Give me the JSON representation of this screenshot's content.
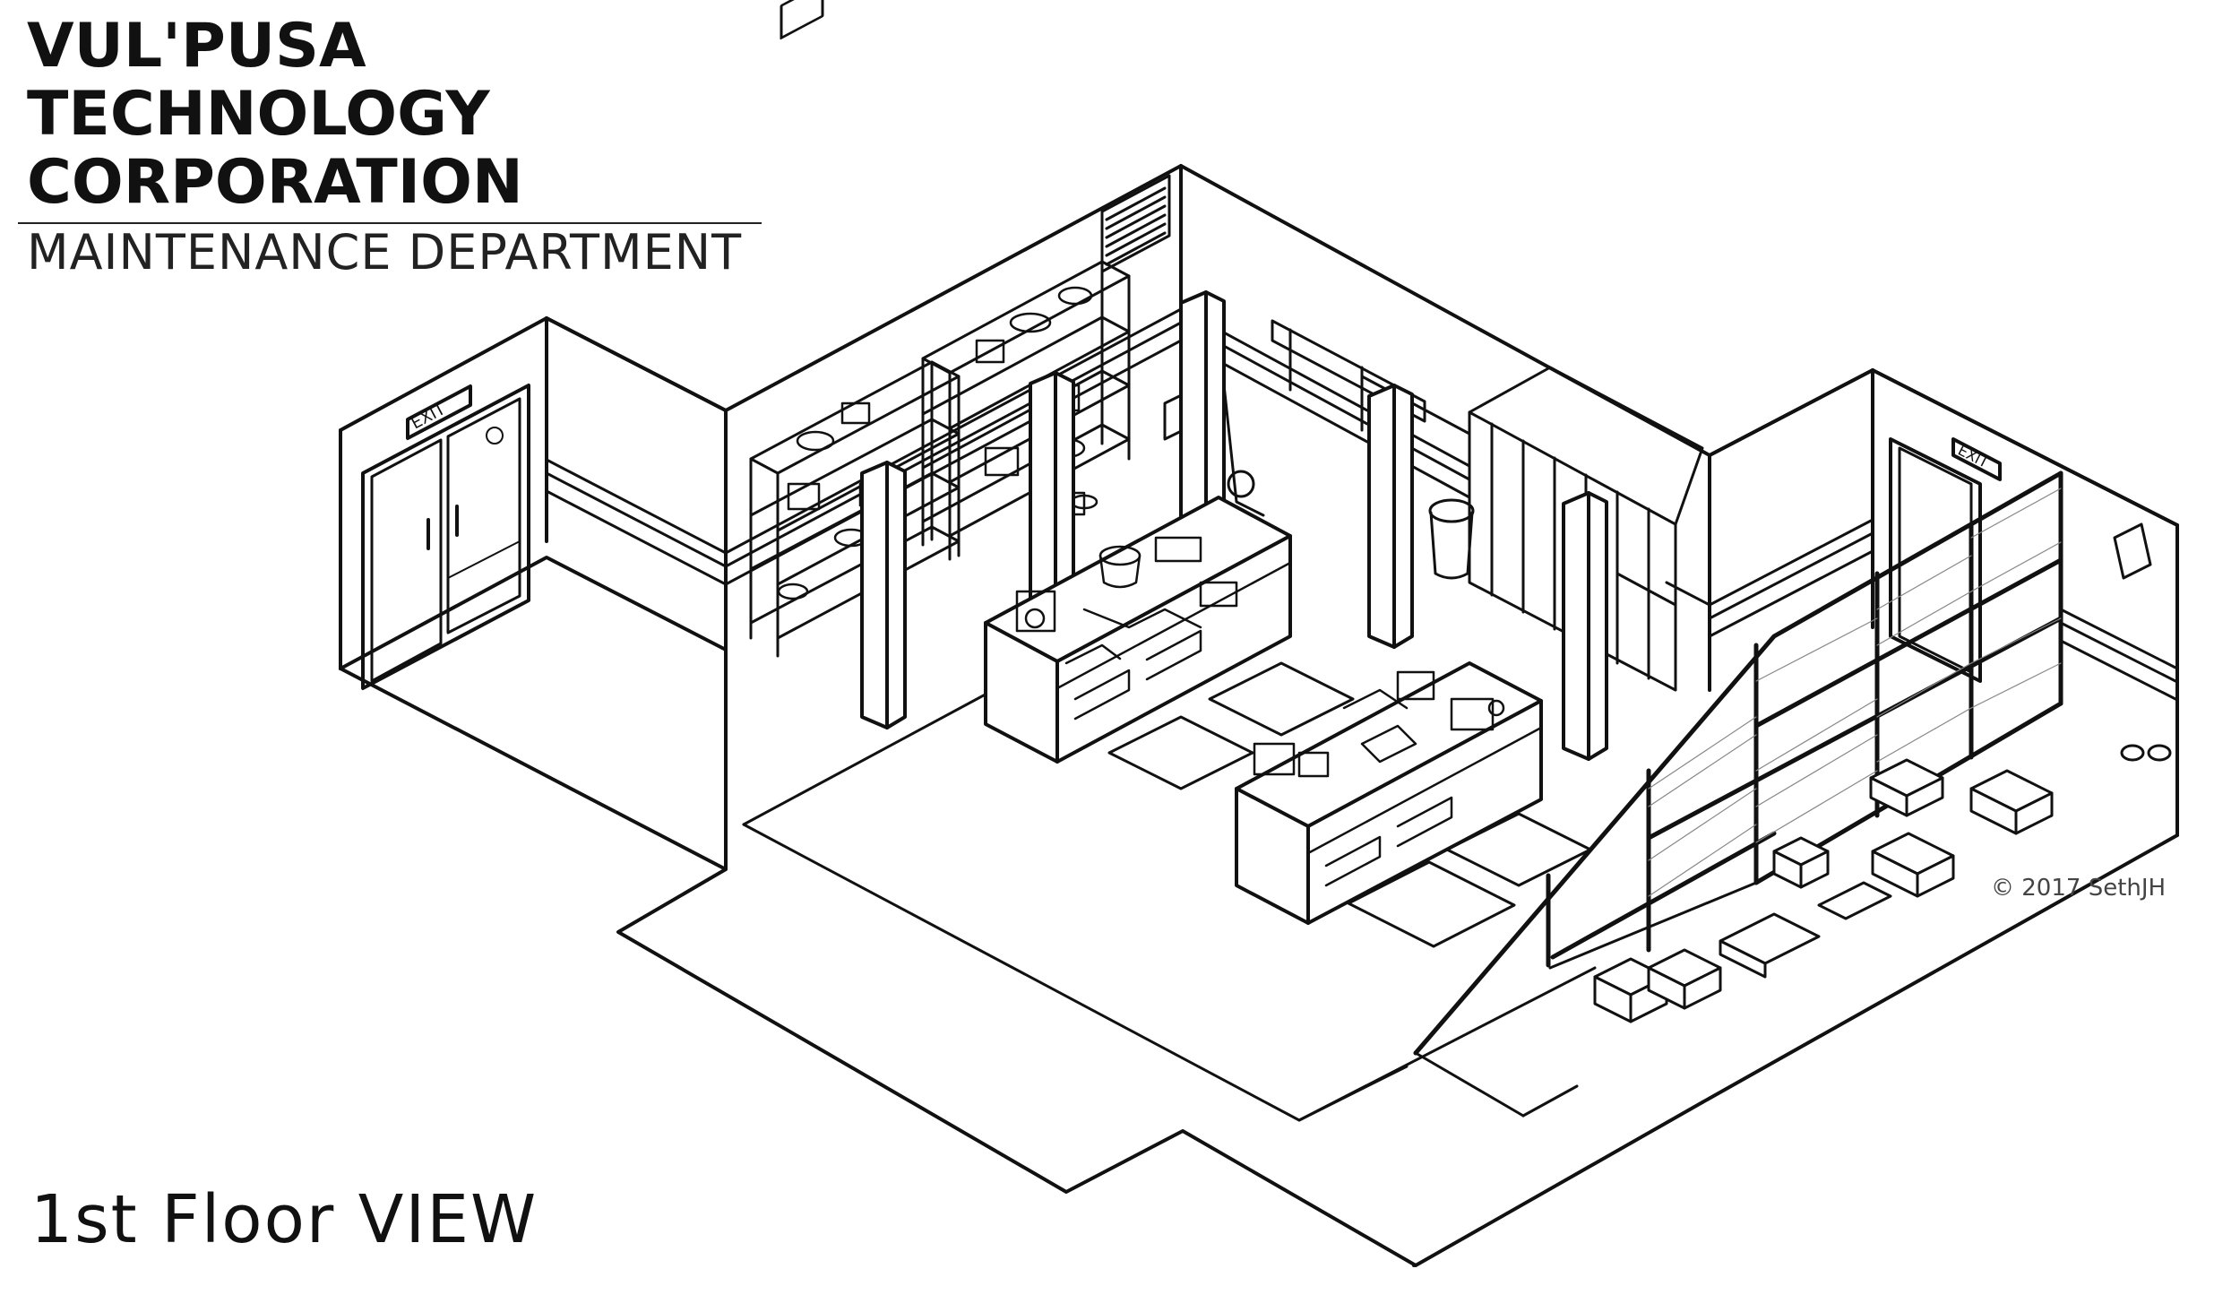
{
  "header": {
    "title_line1": "VUL'PUSA TECHNOLOGY",
    "title_line2": "CORPORATION",
    "subtitle": "MAINTENANCE DEPARTMENT"
  },
  "floor_label": "1st Floor VIEW",
  "copyright": "© 2017 SethJH",
  "signs": {
    "exit_left": "EXIT",
    "exit_right": "EXIT"
  }
}
